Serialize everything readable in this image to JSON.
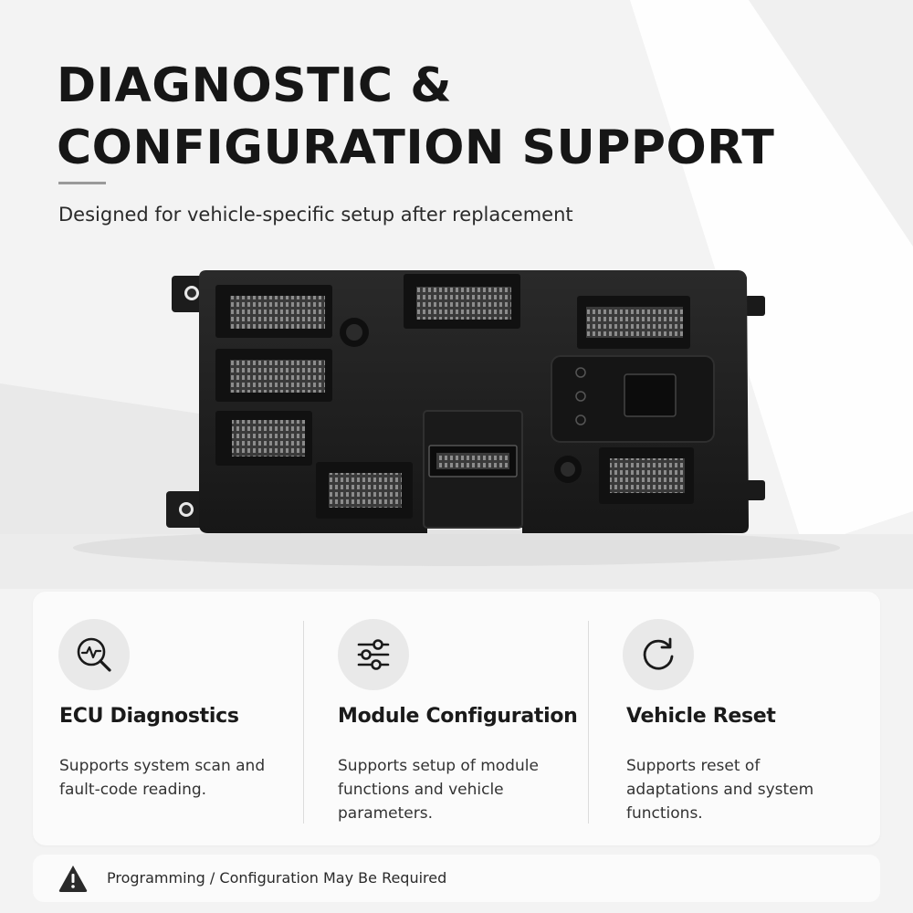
{
  "header": {
    "title_line1": "DIAGNOSTIC &",
    "title_line2": "CONFIGURATION SUPPORT",
    "subtitle": "Designed for vehicle-specific setup after replacement"
  },
  "features": [
    {
      "icon": "diagnostic-magnifier-icon",
      "title": "ECU Diagnostics",
      "description": "Supports system scan and fault-code reading."
    },
    {
      "icon": "sliders-icon",
      "title": "Module Configuration",
      "description": "Supports setup of module functions and vehicle parameters."
    },
    {
      "icon": "refresh-icon",
      "title": "Vehicle Reset",
      "description": "Supports reset of adaptations and system functions."
    }
  ],
  "notice": {
    "icon": "warning-triangle-icon",
    "text": "Programming / Configuration May Be Required"
  },
  "colors": {
    "background": "#f2f2f2",
    "title": "#161616",
    "card": "#fbfbfb",
    "icon_circle": "#e9e9e9",
    "module_body": "#1e1e1e"
  }
}
